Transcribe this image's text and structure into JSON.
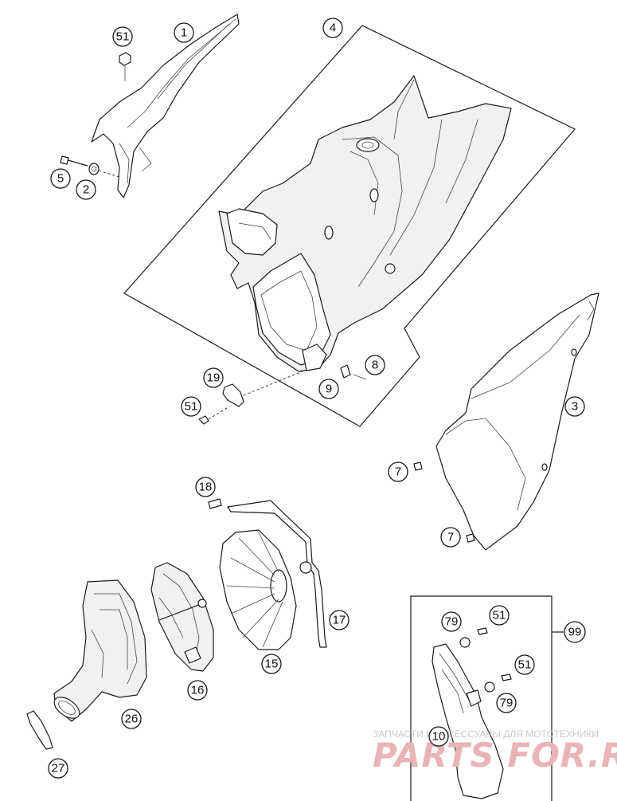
{
  "callouts": [
    {
      "id": "51",
      "label": "51"
    },
    {
      "id": "1",
      "label": "1"
    },
    {
      "id": "4",
      "label": "4"
    },
    {
      "id": "5",
      "label": "5"
    },
    {
      "id": "2",
      "label": "2"
    },
    {
      "id": "3",
      "label": "3"
    },
    {
      "id": "8",
      "label": "8"
    },
    {
      "id": "9",
      "label": "9"
    },
    {
      "id": "19",
      "label": "19"
    },
    {
      "id": "51b",
      "label": "51"
    },
    {
      "id": "7a",
      "label": "7"
    },
    {
      "id": "7b",
      "label": "7"
    },
    {
      "id": "18",
      "label": "18"
    },
    {
      "id": "17",
      "label": "17"
    },
    {
      "id": "15",
      "label": "15"
    },
    {
      "id": "16",
      "label": "16"
    },
    {
      "id": "26",
      "label": "26"
    },
    {
      "id": "27",
      "label": "27"
    },
    {
      "id": "79a",
      "label": "79"
    },
    {
      "id": "51c",
      "label": "51"
    },
    {
      "id": "99",
      "label": "99"
    },
    {
      "id": "51d",
      "label": "51"
    },
    {
      "id": "79b",
      "label": "79"
    },
    {
      "id": "10",
      "label": "10"
    }
  ],
  "watermark": {
    "tagline": "ЗАПЧАСТИ И АКСЕССУАРЫ ДЛЯ МОТОТЕХНИКИ",
    "brand": "PARTS FOR.RU",
    "color": "#e8b4b8"
  }
}
